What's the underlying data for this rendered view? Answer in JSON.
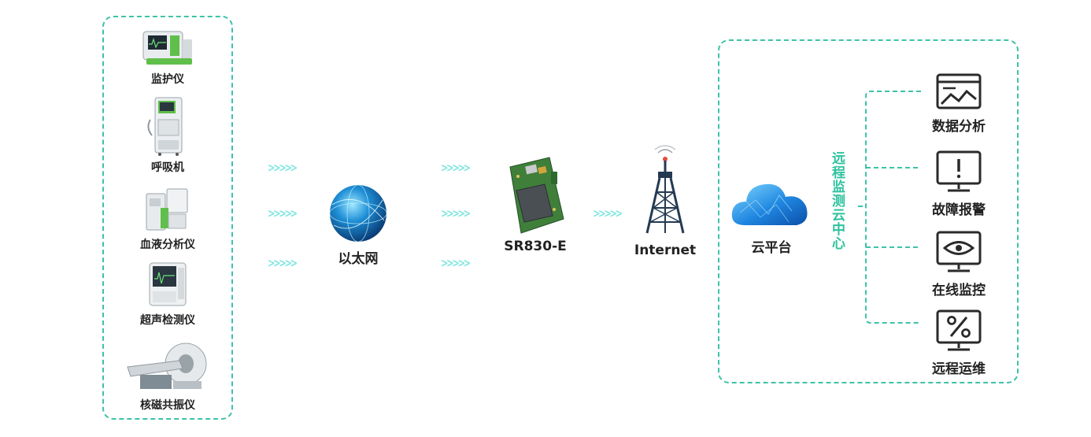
{
  "devices": [
    {
      "id": "monitor",
      "label": "监护仪",
      "icon": "patient-monitor-icon"
    },
    {
      "id": "ventilator",
      "label": "呼吸机",
      "icon": "ventilator-icon"
    },
    {
      "id": "blood",
      "label": "血液分析仪",
      "icon": "blood-analyzer-icon"
    },
    {
      "id": "ultrasound",
      "label": "超声检测仪",
      "icon": "ultrasound-icon"
    },
    {
      "id": "mri",
      "label": "核磁共振仪",
      "icon": "mri-scanner-icon"
    }
  ],
  "nodes": {
    "ethernet": "以太网",
    "router": "SR830-E",
    "internet": "Internet",
    "cloud": "云平台"
  },
  "cloud_center_title": "远程监测云中心",
  "functions": [
    {
      "id": "analysis",
      "label": "数据分析",
      "icon": "data-chart-icon"
    },
    {
      "id": "alarm",
      "label": "故障报警",
      "icon": "alert-monitor-icon"
    },
    {
      "id": "monitoring",
      "label": "在线监控",
      "icon": "eye-monitor-icon"
    },
    {
      "id": "maintenance",
      "label": "远程运维",
      "icon": "percent-monitor-icon"
    }
  ],
  "colors": {
    "dashed_border": "#3cc3a6",
    "accent_text": "#2ec29e",
    "arrows": "#7ee6e0",
    "device_green": "#5fbf4a"
  }
}
